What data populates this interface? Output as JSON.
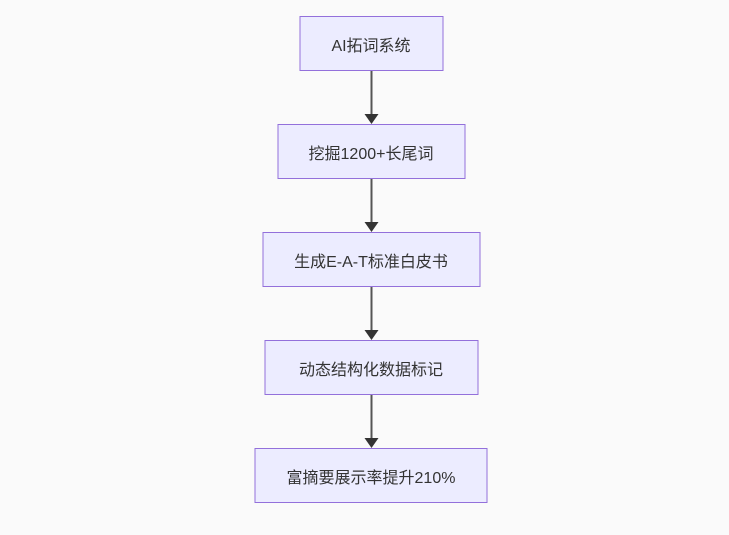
{
  "page": {
    "background_color": "#fafafa"
  },
  "flowchart": {
    "direction": "top-down",
    "node_fill_color": "#ECECFF",
    "node_border_color": "#9370DB",
    "arrow_color": "#333333",
    "nodes": [
      {
        "label": "AI拓词系统"
      },
      {
        "label": "挖掘1200+长尾词"
      },
      {
        "label": "生成E-A-T标准白皮书"
      },
      {
        "label": "动态结构化数据标记"
      },
      {
        "label": "富摘要展示率提升210%"
      }
    ]
  }
}
